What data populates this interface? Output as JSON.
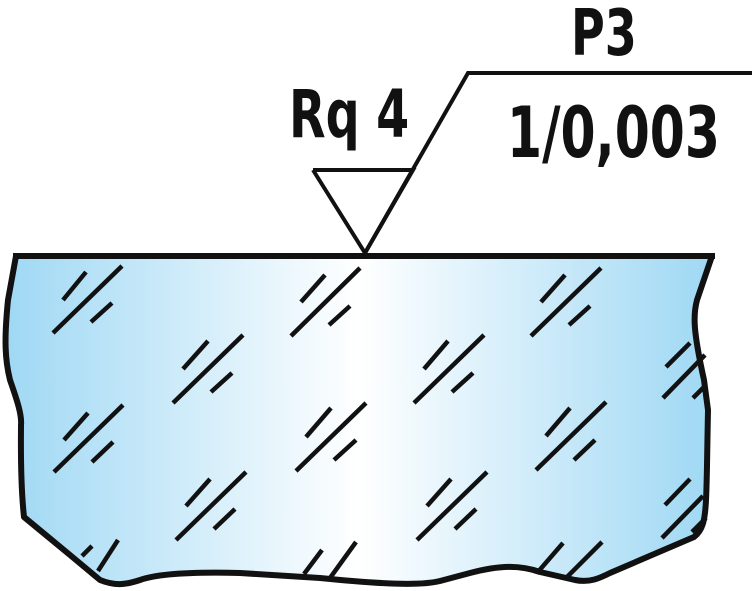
{
  "diagram": {
    "type": "surface-texture-symbol",
    "subject": "glass-optical-surface",
    "labels": {
      "roughness": "Rq 4",
      "polish_grade": "P3",
      "defect_spec": "1/0,003"
    },
    "colors": {
      "line": "#111111",
      "glass_edge": "#9fd8f4",
      "glass_center": "#ffffff",
      "background": "#ffffff"
    }
  }
}
